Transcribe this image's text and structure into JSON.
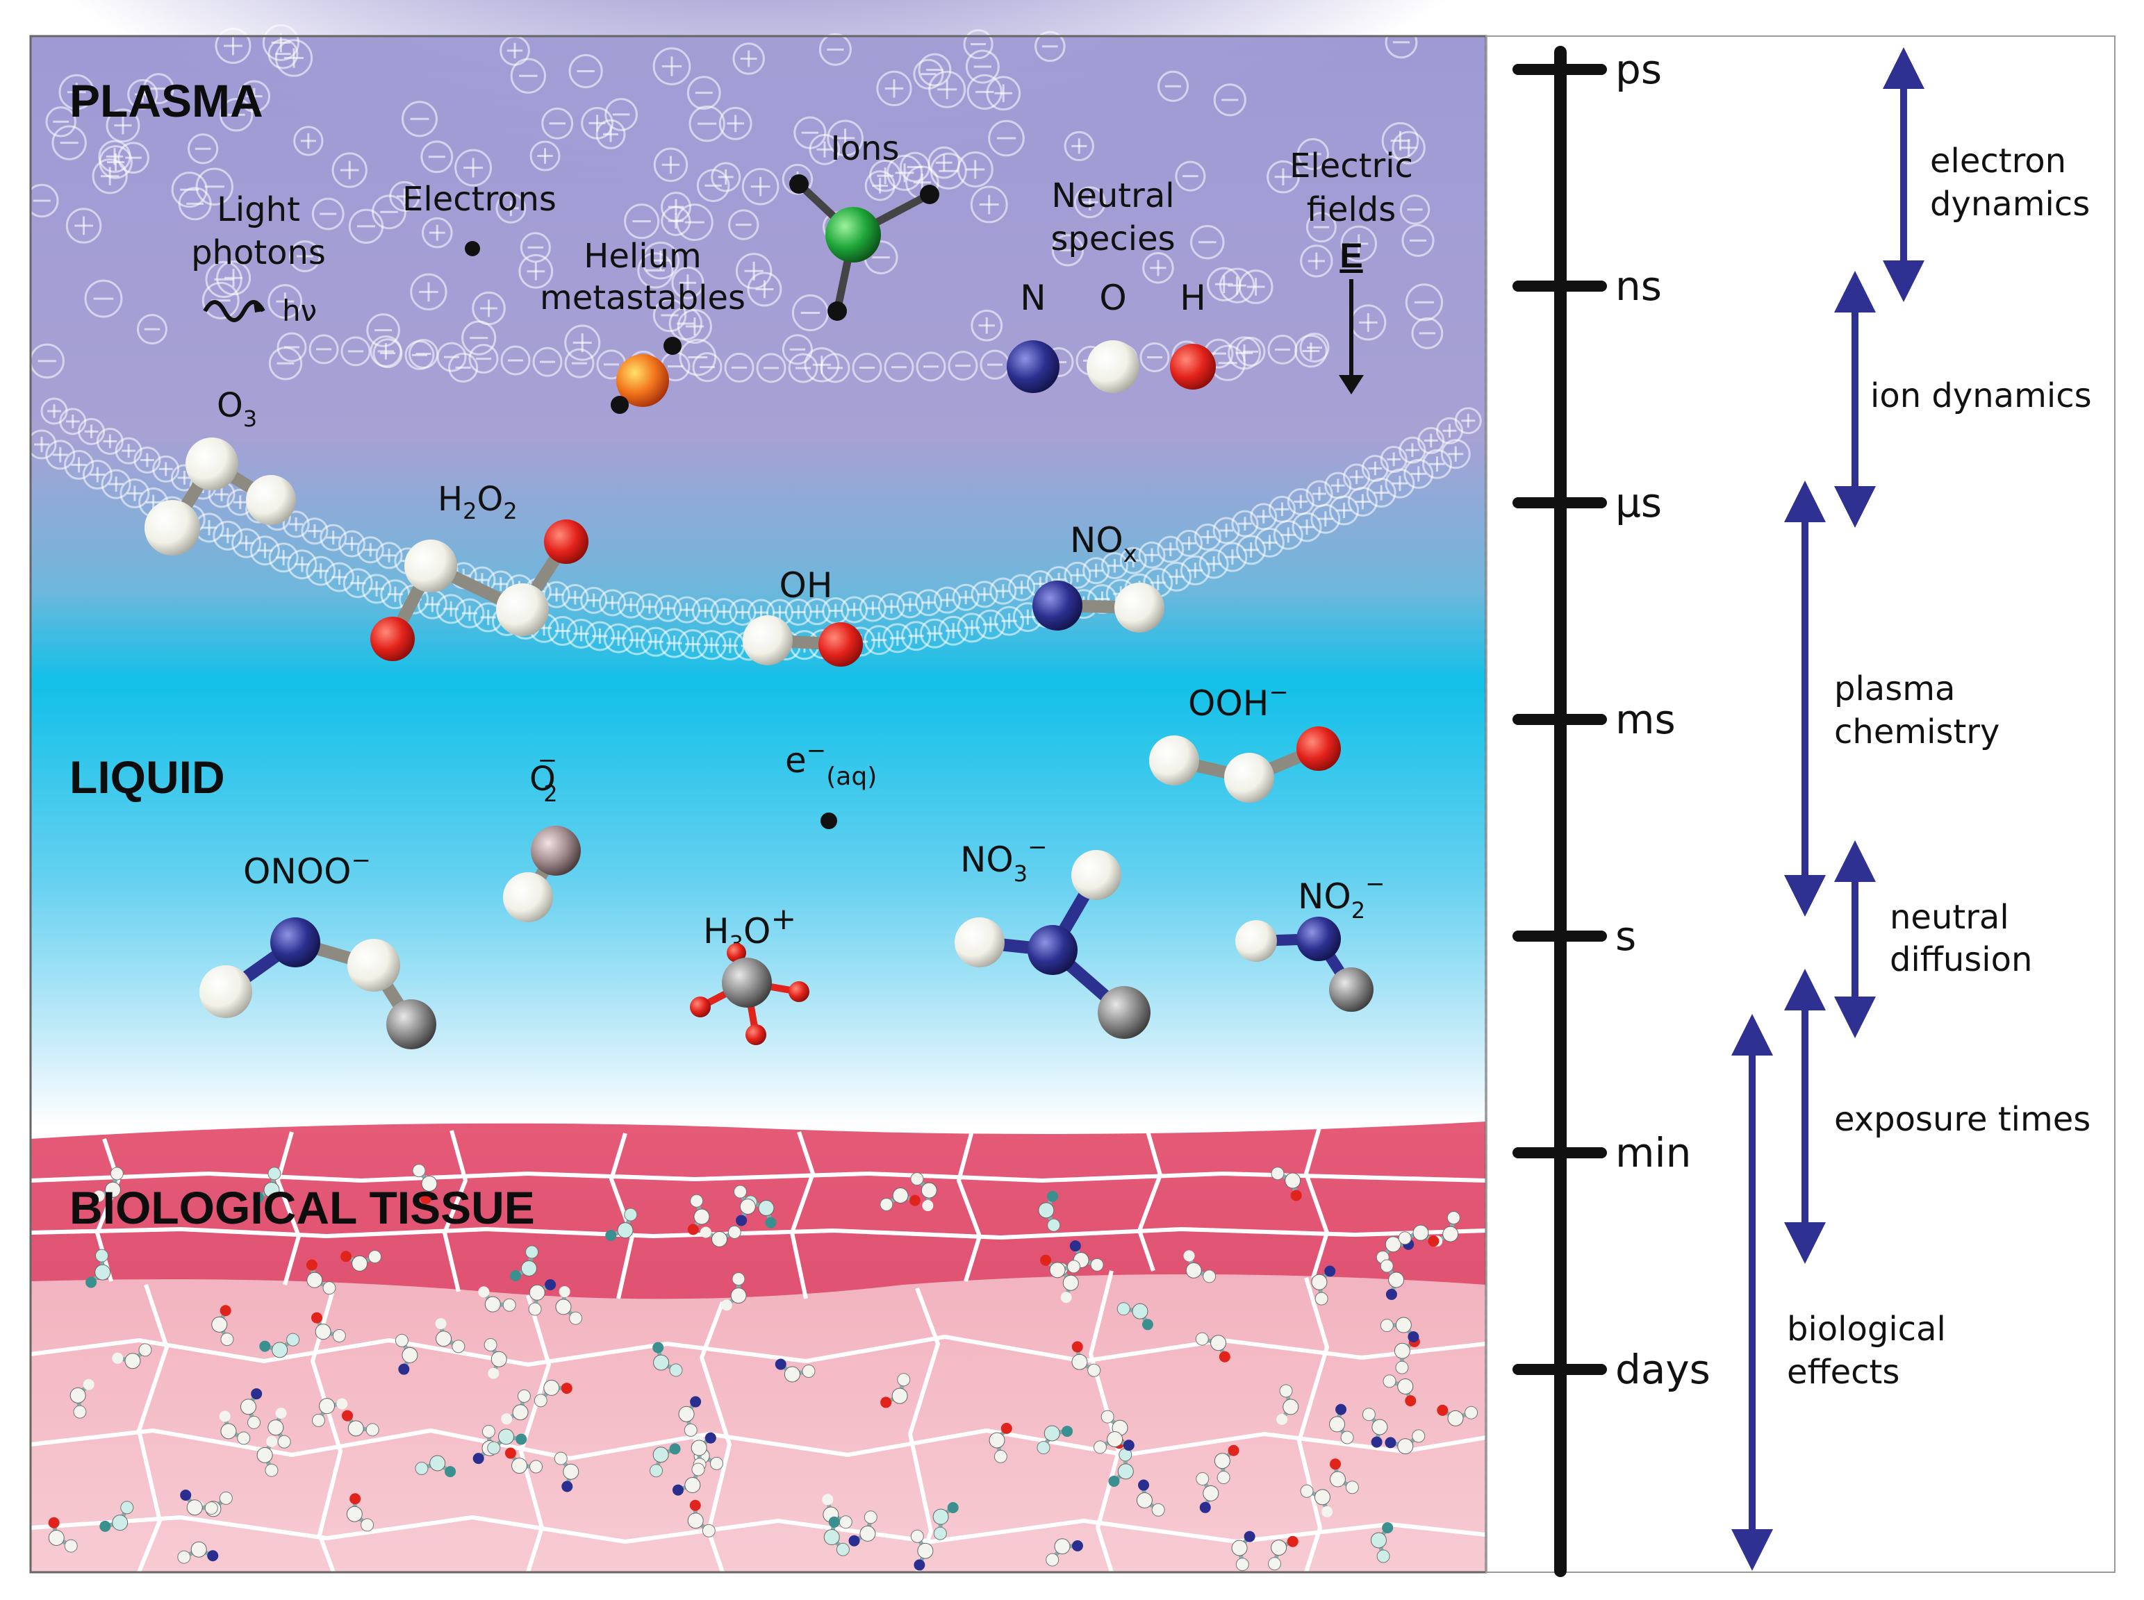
{
  "regions": {
    "plasma": "PLASMA",
    "liquid": "LIQUID",
    "tissue": "BIOLOGICAL TISSUE"
  },
  "plasma_labels": {
    "light_1": "Light",
    "light_2": "photons",
    "hv": "hν",
    "electrons": "Electrons",
    "ions": "Ions",
    "helium_1": "Helium",
    "helium_2": "metastables",
    "neutral_1": "Neutral",
    "neutral_2": "species",
    "n": "N",
    "o": "O",
    "h": "H",
    "efield_1": "Electric",
    "efield_2": "fields",
    "efield_3": "E"
  },
  "species": {
    "o3": "O",
    "o3_sub": "3",
    "h2o2_a": "H",
    "h2o2_b": "2",
    "h2o2_c": "O",
    "h2o2_d": "2",
    "oh": "OH",
    "nox": "NO",
    "nox_sub": "x",
    "ooh": "OOH",
    "ooh_sup": "−",
    "o2": "O",
    "o2_sub": "2",
    "o2_sup": "−",
    "eaq": "e",
    "eaq_sup": "−",
    "eaq_sub": "(aq)",
    "onoo": "ONOO",
    "onoo_sup": "−",
    "no3": "NO",
    "no3_sub": "3",
    "no3_sup": "−",
    "h3o": "H",
    "h3o_sub": "3",
    "h3o_rest": "O",
    "h3o_sup": "+",
    "no2": "NO",
    "no2_sub": "2",
    "no2_sup": "−"
  },
  "timescale": {
    "ticks": [
      "ps",
      "ns",
      "μs",
      "ms",
      "s",
      "min",
      "days"
    ],
    "ranges": {
      "electron_1": "electron",
      "electron_2": "dynamics",
      "ion": "ion dynamics",
      "plasma_1": "plasma",
      "plasma_2": "chemistry",
      "neutral_1": "neutral",
      "neutral_2": "diffusion",
      "exposure": "exposure times",
      "bio_1": "biological",
      "bio_2": "effects"
    }
  },
  "colors": {
    "plasma": "#a9a3d6",
    "liquid": "#1fc6e8",
    "tissue_top": "#e0506e",
    "tissue_bottom": "#f6c3cb",
    "arrow": "#2e3192",
    "nitrogen": "#2a2f8f",
    "oxygen": "#e0241c",
    "hydrogen": "#f4f4ee",
    "teal": "#3a8f8f"
  }
}
